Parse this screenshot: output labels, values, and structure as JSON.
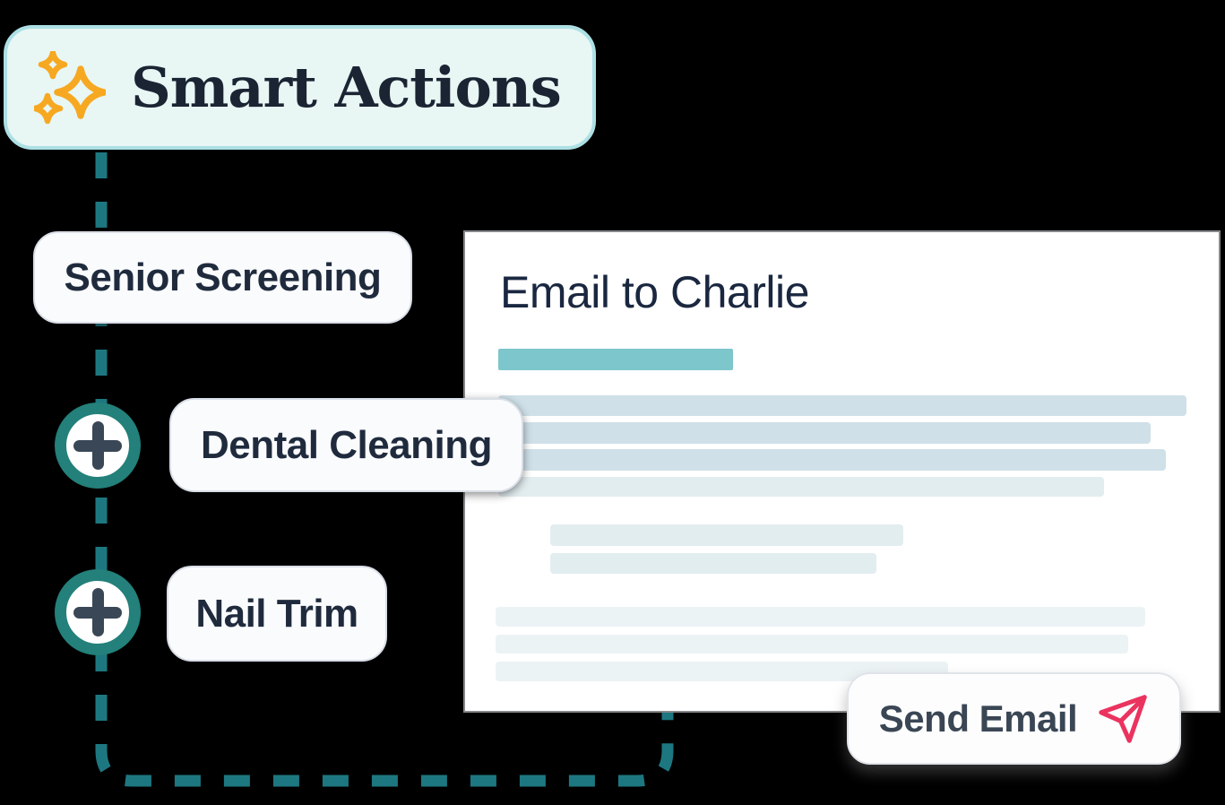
{
  "header": {
    "title": "Smart Actions",
    "icon": "sparkles-icon"
  },
  "workflow": {
    "steps": [
      {
        "label": "Senior Screening"
      },
      {
        "label": "Dental Cleaning"
      },
      {
        "label": "Nail Trim"
      }
    ],
    "add_icon": "plus-icon"
  },
  "email_card": {
    "title": "Email to Charlie",
    "subject_bar_color": "#7DC6CC",
    "placeholder_line_count": 9
  },
  "send_button": {
    "label": "Send Email",
    "icon": "send-paper-plane-icon"
  },
  "colors": {
    "background": "#000000",
    "connector_teal": "#1D7780",
    "node_ring_teal": "#23807A",
    "plus_slate": "#3A4756",
    "header_bg": "#E8F6F4",
    "header_border": "#ACE0E4",
    "sparkle_gold": "#F7A821",
    "title_navy": "#1A2433",
    "pill_text_navy": "#1F2B3D",
    "skeleton_dark": "#CFE0E8",
    "skeleton_light": "#E2EDF0",
    "skeleton_faint": "#ECF3F5",
    "send_icon_pink": "#EB335F",
    "send_label_slate": "#3A4654"
  }
}
